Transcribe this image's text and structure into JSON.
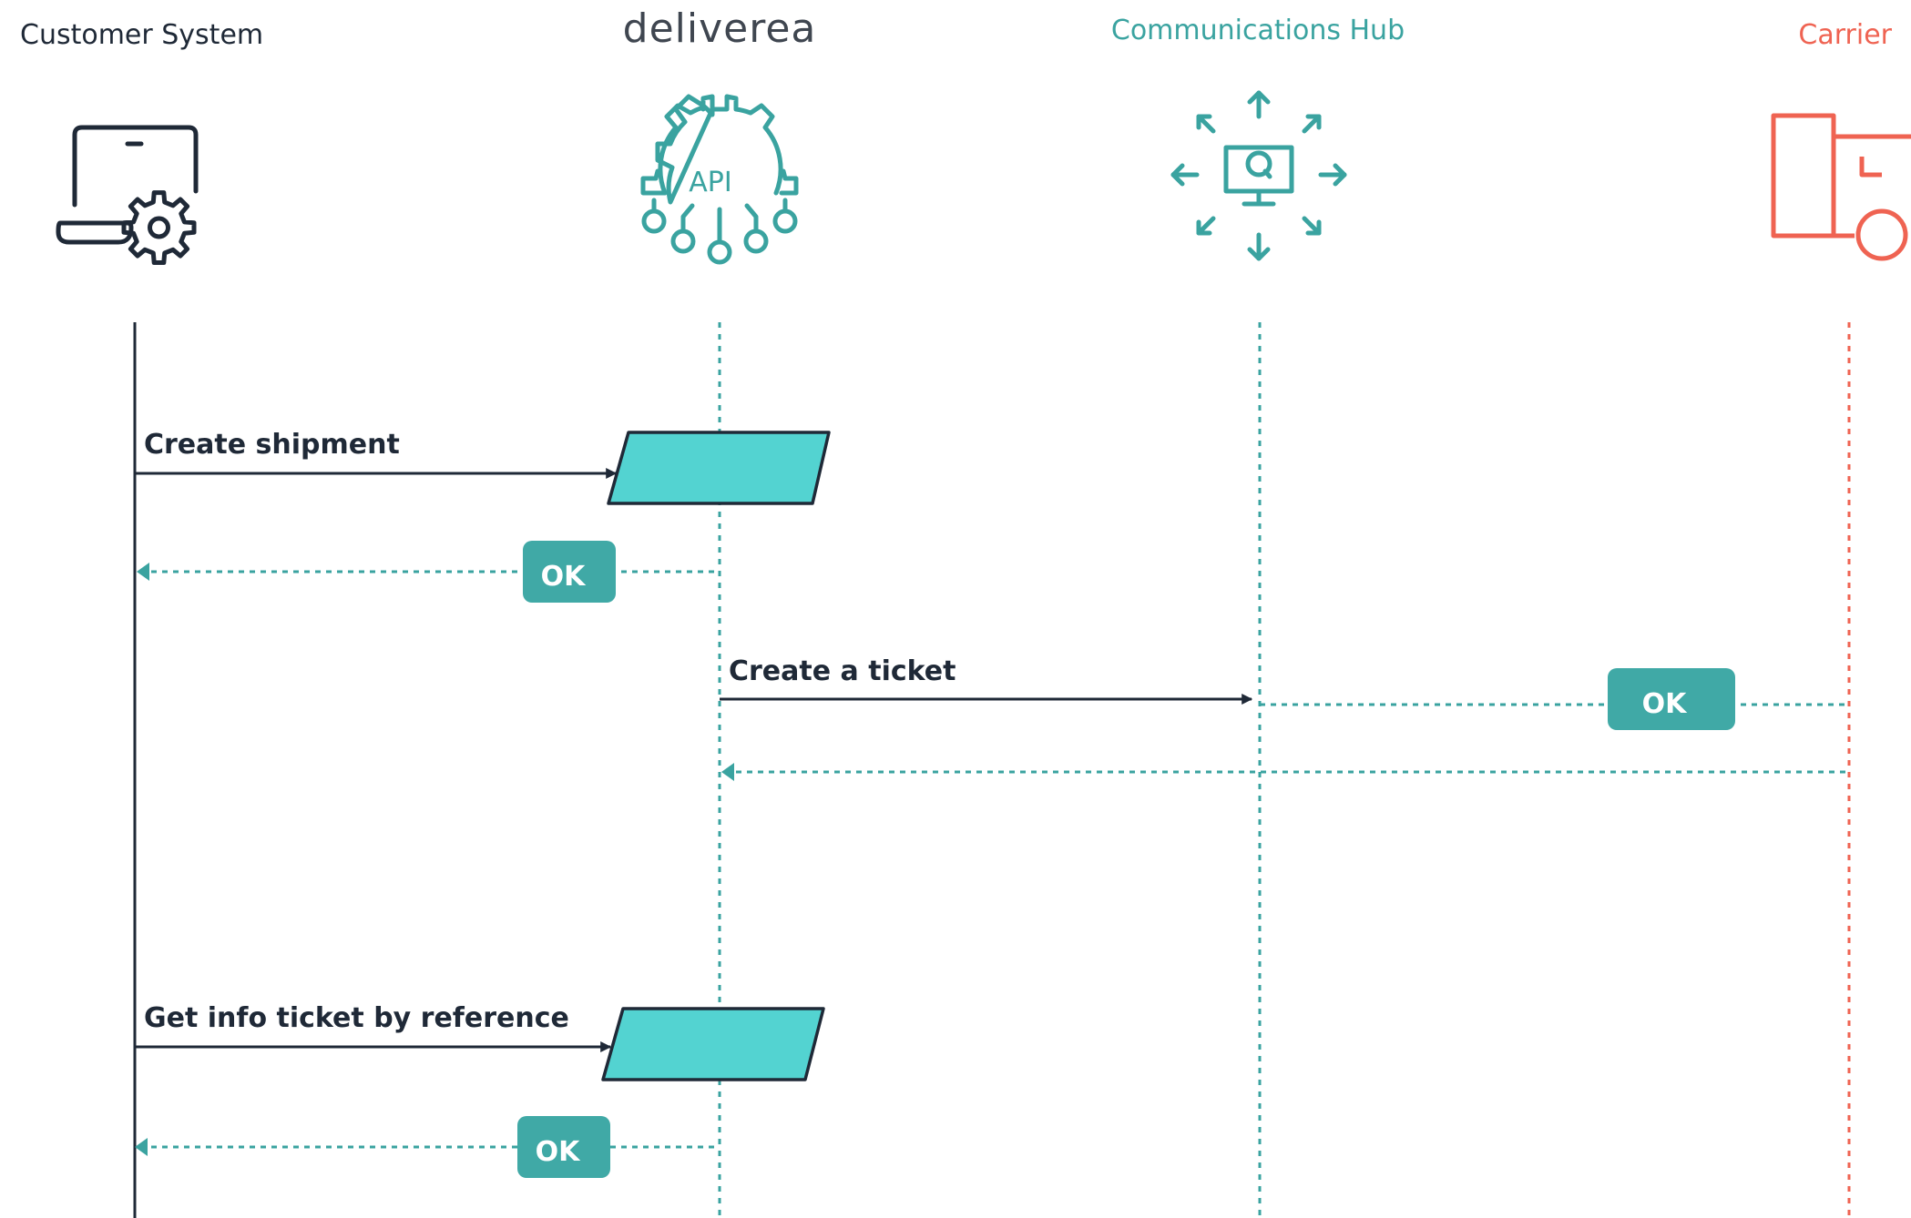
{
  "participants": {
    "customer": {
      "name": "Customer System",
      "icon": "laptop-gear-icon"
    },
    "deliverea": {
      "name": "deliverea",
      "icon": "api-gear-icon",
      "icon_text": "API"
    },
    "hub": {
      "name": "Communications Hub",
      "icon": "broadcast-monitor-icon"
    },
    "carrier": {
      "name": "Carrier",
      "icon": "truck-icon"
    }
  },
  "messages": {
    "create_shipment": "Create shipment",
    "create_ticket": "Create a ticket",
    "get_info": "Get info ticket by reference"
  },
  "responses": {
    "ok_1": "OK",
    "ok_2": "OK",
    "ok_3": "OK"
  },
  "colors": {
    "dark": "#1f2937",
    "teal": "#3aa3a0",
    "teal_button": "#40a9a6",
    "turquoise_box": "#53d3d1",
    "carrier_red": "#ef6352"
  }
}
